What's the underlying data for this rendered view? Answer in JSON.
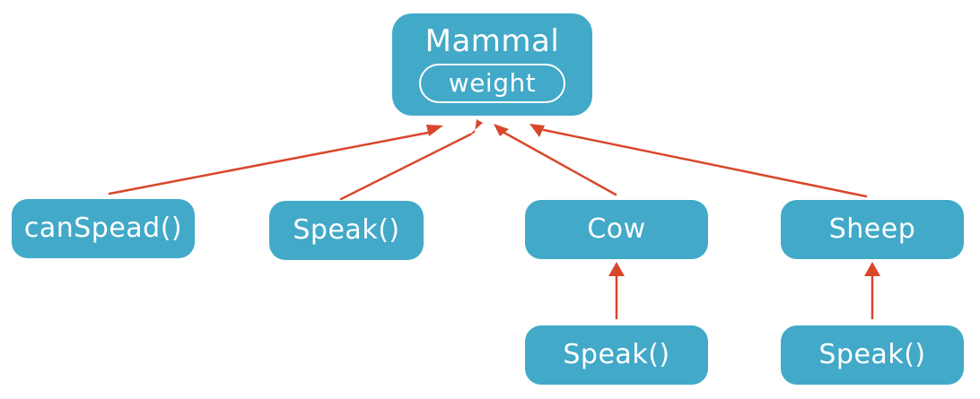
{
  "diagram": {
    "root": {
      "name": "Mammal",
      "attribute": "weight"
    },
    "nodes": {
      "canspead": "canSpead()",
      "speak1": "Speak()",
      "cow": "Cow",
      "sheep": "Sheep",
      "speak2": "Speak()",
      "speak3": "Speak()"
    },
    "edges": [
      {
        "from": "canspead",
        "to": "root"
      },
      {
        "from": "speak1",
        "to": "root"
      },
      {
        "from": "cow",
        "to": "root"
      },
      {
        "from": "sheep",
        "to": "root"
      },
      {
        "from": "speak2",
        "to": "cow"
      },
      {
        "from": "speak3",
        "to": "sheep"
      }
    ],
    "colors": {
      "box": "#42a9c8",
      "arrow": "#d9472b",
      "text": "#ffffff"
    }
  }
}
